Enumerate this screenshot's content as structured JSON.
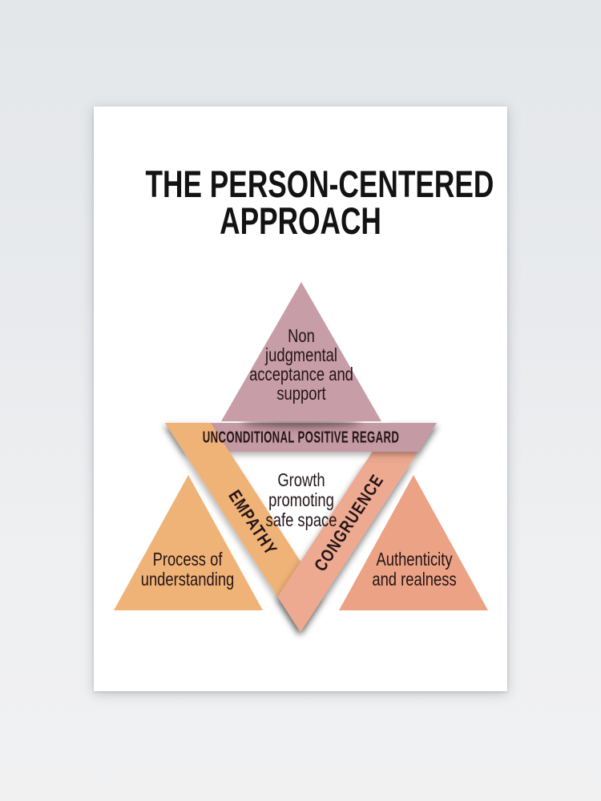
{
  "poster": {
    "title": {
      "line1": "THE PERSON-CENTERED",
      "line2": "APPROACH"
    },
    "diagram": {
      "top_triangle": {
        "color": "#c79da7",
        "lines": [
          "Non",
          "judgmental",
          "acceptance and",
          "support"
        ]
      },
      "upr_band": {
        "color": "#c49aa4",
        "label": "UNCONDITIONAL POSITIVE REGARD"
      },
      "empathy_band": {
        "color": "#efb277",
        "label": "EMPATHY"
      },
      "congruence_band": {
        "color": "#eeaa90",
        "label": "CONGRUENCE"
      },
      "center_text": {
        "lines": [
          "Growth",
          "promoting",
          "safe space"
        ]
      },
      "left_triangle": {
        "color": "#f0b377",
        "lines": [
          "Process of",
          "understanding"
        ]
      },
      "right_triangle": {
        "color": "#eba285",
        "lines": [
          "Authenticity",
          "and realness"
        ]
      }
    },
    "colors": {
      "text_dark": "#241518",
      "title_text": "#131313",
      "poster_bg": "#ffffff",
      "wall_bg": "#e8eaed"
    }
  }
}
